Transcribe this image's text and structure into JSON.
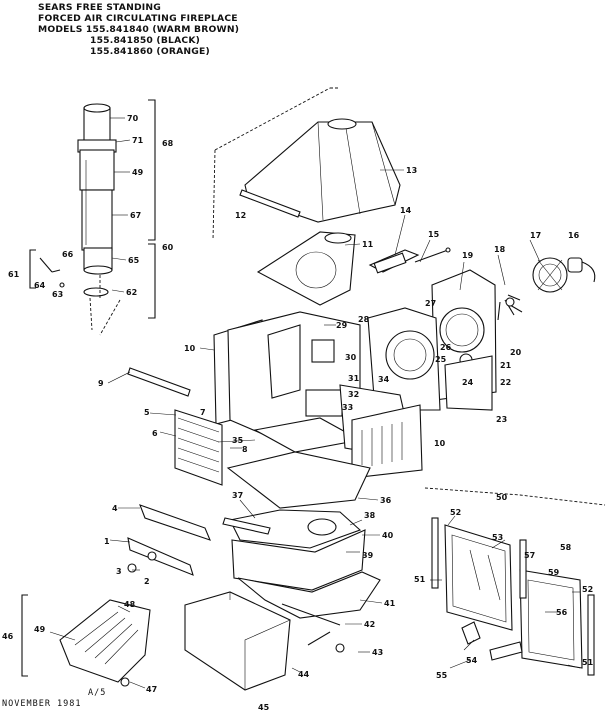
{
  "header": {
    "line1": "SEARS FREE STANDING",
    "line2": "FORCED AIR CIRCULATING FIREPLACE",
    "line3": "MODELS 155.841840 (WARM BROWN)",
    "line4": "155.841850 (BLACK)",
    "line5": "155.841860 (ORANGE)"
  },
  "footer": {
    "page": "A/5",
    "date": "NOVEMBER 1981"
  },
  "callouts": {
    "c1": "1",
    "c2": "2",
    "c3": "3",
    "c4": "4",
    "c5": "5",
    "c6": "6",
    "c7": "7",
    "c8": "8",
    "c9": "9",
    "c10": "10",
    "c11": "11",
    "c12": "12",
    "c13": "13",
    "c14": "14",
    "c15": "15",
    "c16": "16",
    "c17": "17",
    "c18": "18",
    "c19": "19",
    "c20": "20",
    "c21": "21",
    "c22": "22",
    "c23": "23",
    "c24": "24",
    "c25": "25",
    "c26": "26",
    "c27": "27",
    "c28": "28",
    "c29": "29",
    "c30": "30",
    "c31": "31",
    "c32": "32",
    "c33": "33",
    "c34": "34",
    "c35": "35",
    "c36": "36",
    "c37": "37",
    "c38": "38",
    "c39": "39",
    "c40": "40",
    "c41": "41",
    "c42": "42",
    "c43": "43",
    "c44": "44",
    "c45": "45",
    "c46": "46",
    "c47": "47",
    "c48": "48",
    "c49": "49",
    "c50": "50",
    "c51": "51",
    "c52": "52",
    "c53": "53",
    "c54": "54",
    "c55": "55",
    "c56": "56",
    "c57": "57",
    "c58": "58",
    "c59": "59",
    "c60": "60",
    "c61": "61",
    "c62": "62",
    "c63": "63",
    "c64": "64",
    "c65": "65",
    "c66": "66",
    "c67": "67",
    "c68": "68",
    "c70": "70",
    "c71": "71"
  }
}
